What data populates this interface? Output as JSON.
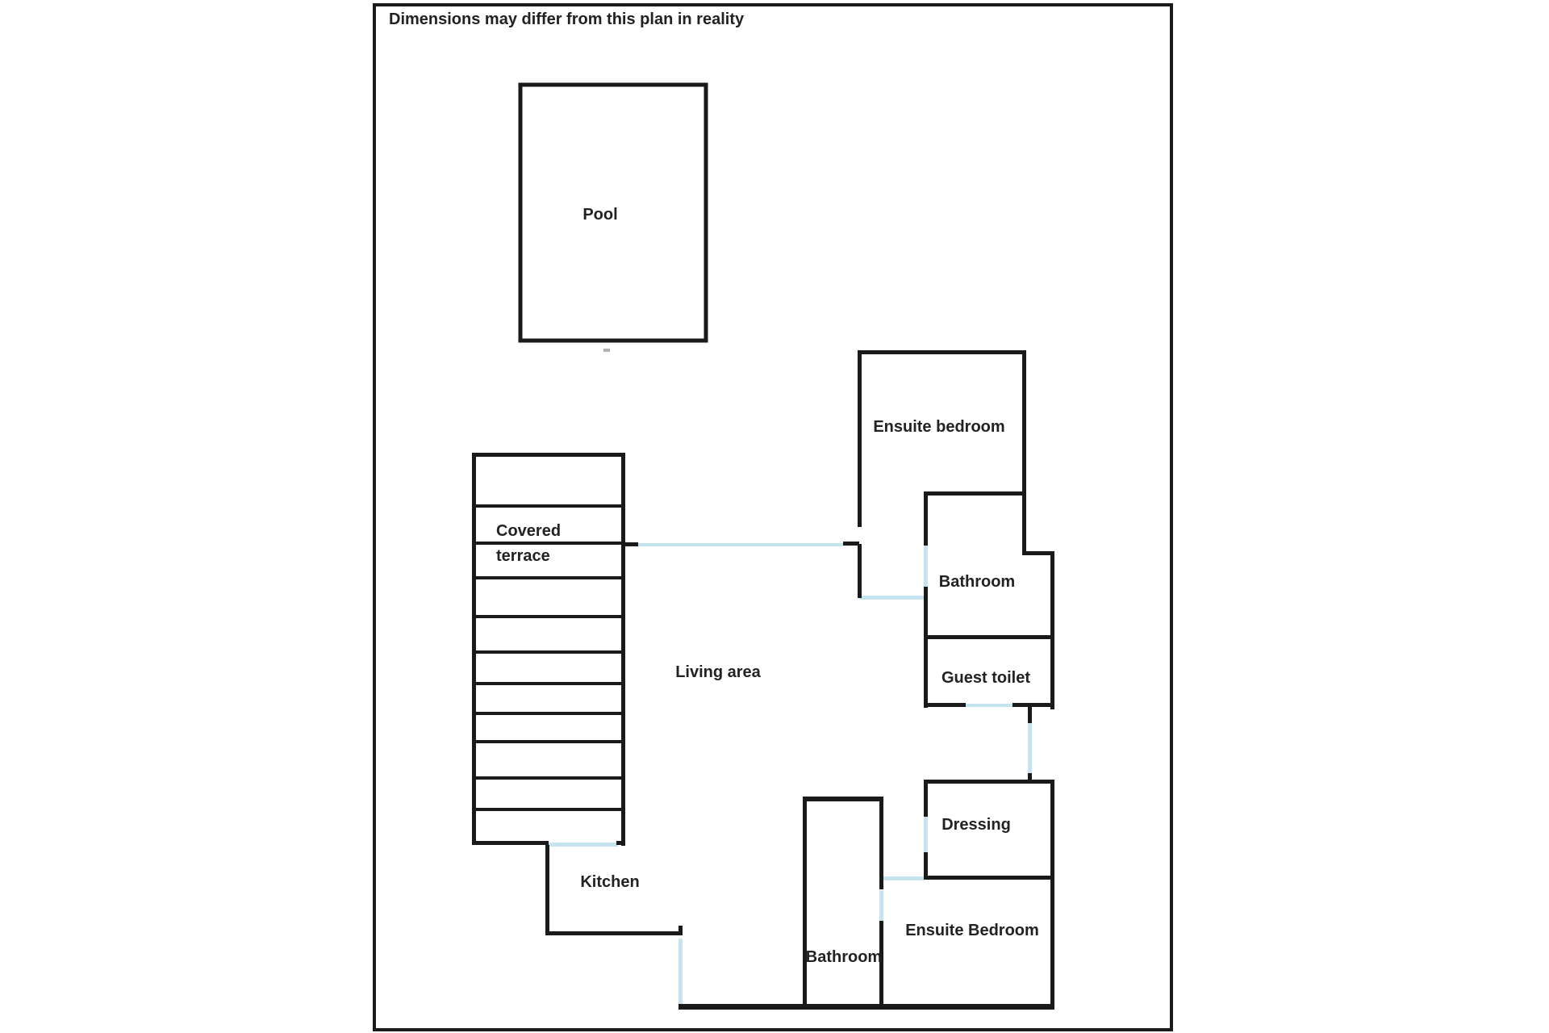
{
  "title": "Dimensions may differ from this plan in reality",
  "rooms": {
    "pool": "Pool",
    "ensuite_bedroom_top": "Ensuite bedroom",
    "bathroom_top": "Bathroom",
    "guest_toilet": "Guest toilet",
    "covered_terrace_line1": "Covered",
    "covered_terrace_line2": "terrace",
    "living_area": "Living area",
    "kitchen": "Kitchen",
    "dressing": "Dressing",
    "bathroom_bottom": "Bathroom",
    "ensuite_bedroom_bottom": "Ensuite Bedroom"
  },
  "colors": {
    "wall": "#1a1a1a",
    "door": "#c6e4ef",
    "text": "#222222"
  }
}
